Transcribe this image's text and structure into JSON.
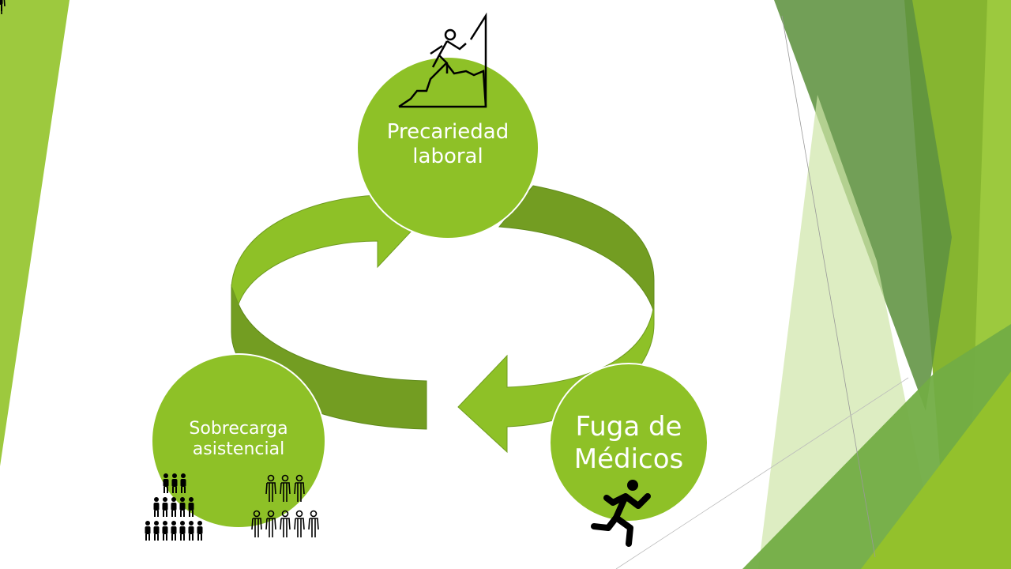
{
  "diagram": {
    "title": "Cycle",
    "nodes": [
      {
        "label_line1": "Precariedad",
        "label_line2": "laboral",
        "icon": "climber-icon"
      },
      {
        "label_line1": "Sobrecarga",
        "label_line2": "asistencial",
        "icon": "crowd-icon"
      },
      {
        "label_line1": "Fuga de",
        "label_line2": "Médicos",
        "icon": "running-man-icon"
      }
    ],
    "colors": {
      "node": "#8ec127",
      "arrow_light": "#8ec127",
      "arrow_dark": "#739d22",
      "accent_dark": "#5a9040"
    }
  }
}
